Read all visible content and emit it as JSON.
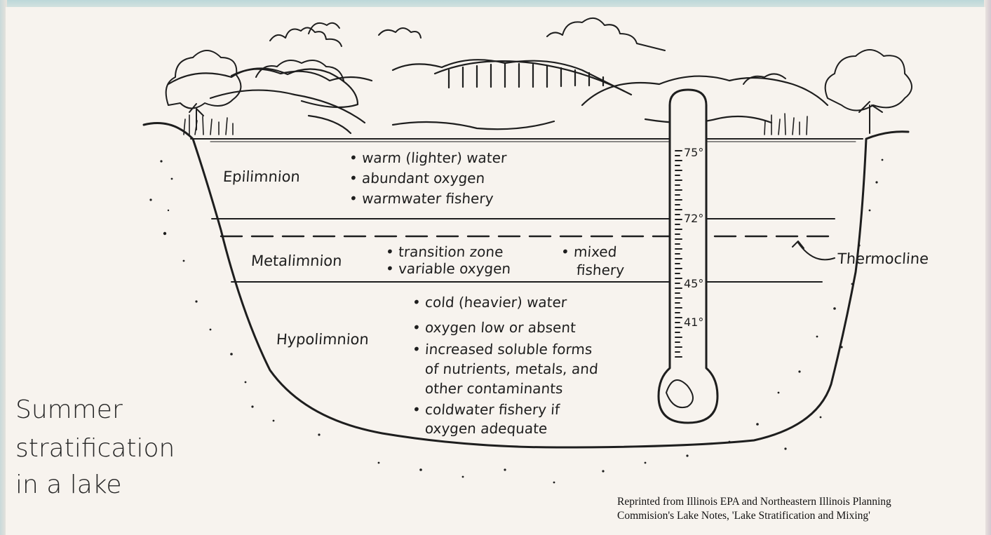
{
  "layers": [
    {
      "name": "Epilimnion",
      "notes": [
        "• warm (lighter) water",
        "• abundant oxygen",
        "• warmwater fishery"
      ]
    },
    {
      "name": "Metalimnion",
      "notes": [
        "• transition zone",
        "• variable oxygen"
      ],
      "notes_right": [
        "• mixed",
        "fishery"
      ]
    },
    {
      "name": "Hypolimnion",
      "notes": [
        "• cold (heavier) water",
        "• oxygen low or absent",
        "• increased soluble forms",
        "of nutrients, metals, and",
        "other contaminants",
        "• coldwater fishery if",
        "oxygen adequate"
      ]
    }
  ],
  "thermocline_label": "Thermocline",
  "temperatures": [
    "75°",
    "72°",
    "45°",
    "41°"
  ],
  "caption": [
    "Summer",
    "stratification",
    "in a lake"
  ],
  "credit": [
    "Reprinted from Illinois EPA and Northeastern Illinois Planning",
    "Commision's Lake Notes, 'Lake Stratification and Mixing'"
  ],
  "colors": {
    "ink": "#1e1e1e",
    "paper": "#f7f3ee",
    "frame": "#bcd7d9"
  }
}
